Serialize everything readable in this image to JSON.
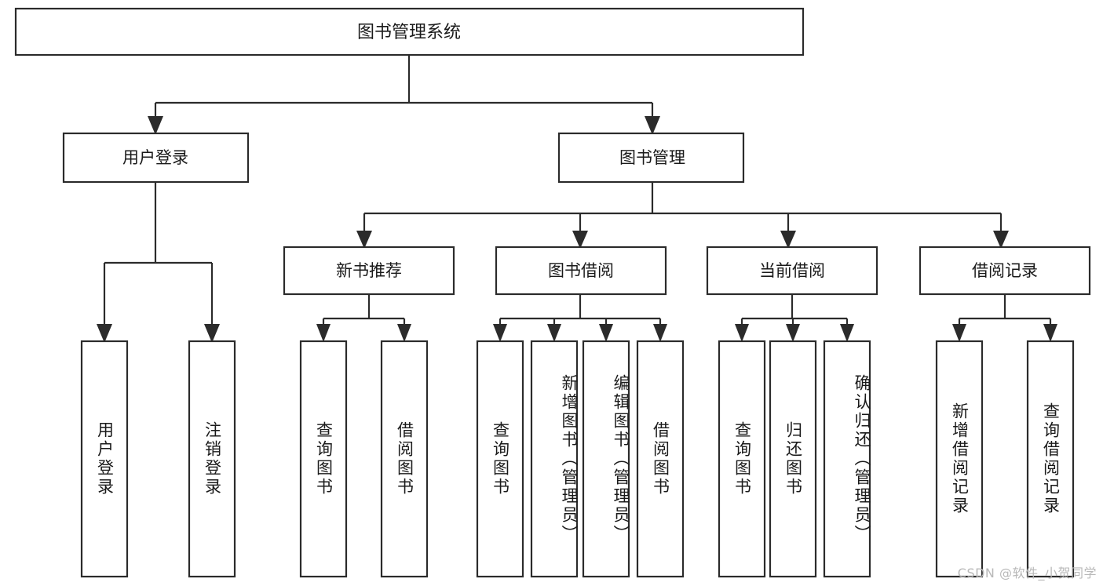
{
  "diagram": {
    "type": "tree-hierarchy",
    "title": "图书管理系统",
    "orientation": "top-down",
    "root": {
      "id": "root",
      "label": "图书管理系统",
      "text_direction": "horizontal"
    },
    "level2": [
      {
        "id": "user-login",
        "label": "用户登录",
        "text_direction": "horizontal"
      },
      {
        "id": "book-manage",
        "label": "图书管理",
        "text_direction": "horizontal"
      }
    ],
    "level3": [
      {
        "id": "new-book-rec",
        "label": "新书推荐",
        "parent": "book-manage",
        "text_direction": "horizontal"
      },
      {
        "id": "book-borrow",
        "label": "图书借阅",
        "parent": "book-manage",
        "text_direction": "horizontal"
      },
      {
        "id": "current-borrow",
        "label": "当前借阅",
        "parent": "book-manage",
        "text_direction": "horizontal"
      },
      {
        "id": "borrow-record",
        "label": "借阅记录",
        "parent": "book-manage",
        "text_direction": "horizontal"
      }
    ],
    "leaves": [
      {
        "id": "leaf-user-login",
        "label": "用户登录",
        "parent": "user-login",
        "text_direction": "vertical"
      },
      {
        "id": "leaf-logout",
        "label": "注销登录",
        "parent": "user-login",
        "text_direction": "vertical"
      },
      {
        "id": "leaf-query-book-1",
        "label": "查询图书",
        "parent": "new-book-rec",
        "text_direction": "vertical"
      },
      {
        "id": "leaf-borrow-book-1",
        "label": "借阅图书",
        "parent": "new-book-rec",
        "text_direction": "vertical"
      },
      {
        "id": "leaf-query-book-2",
        "label": "查询图书",
        "parent": "book-borrow",
        "text_direction": "vertical"
      },
      {
        "id": "leaf-add-book",
        "label": "新增图书（管理员）",
        "parent": "book-borrow",
        "text_direction": "vertical"
      },
      {
        "id": "leaf-edit-book",
        "label": "编辑图书（管理员）",
        "parent": "book-borrow",
        "text_direction": "vertical"
      },
      {
        "id": "leaf-borrow-book-2",
        "label": "借阅图书",
        "parent": "book-borrow",
        "text_direction": "vertical"
      },
      {
        "id": "leaf-query-book-3",
        "label": "查询图书",
        "parent": "current-borrow",
        "text_direction": "vertical"
      },
      {
        "id": "leaf-return-book",
        "label": "归还图书",
        "parent": "current-borrow",
        "text_direction": "vertical"
      },
      {
        "id": "leaf-confirm-return",
        "label": "确认归还（管理员）",
        "parent": "current-borrow",
        "text_direction": "vertical"
      },
      {
        "id": "leaf-add-record",
        "label": "新增借阅记录",
        "parent": "borrow-record",
        "text_direction": "vertical"
      },
      {
        "id": "leaf-query-record",
        "label": "查询借阅记录",
        "parent": "borrow-record",
        "text_direction": "vertical"
      }
    ]
  },
  "watermark": {
    "text": "CSDN @软件_小贺同学"
  },
  "colors": {
    "stroke": "#2b2b2b",
    "fill": "#ffffff",
    "text": "#1a1a1a",
    "watermark": "#b8b8b8"
  }
}
